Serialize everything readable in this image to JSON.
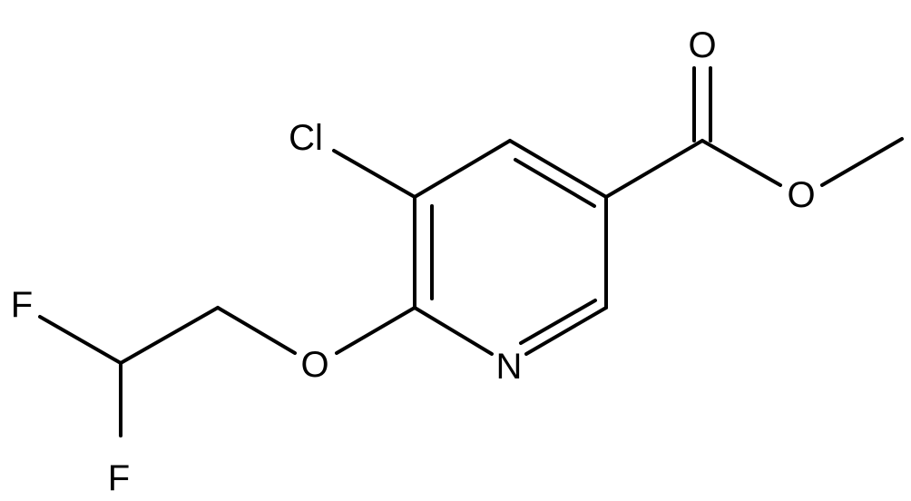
{
  "molecule": {
    "atoms": {
      "cl": "Cl",
      "o_carbonyl": "O",
      "o_ester": "O",
      "n_ring": "N",
      "o_ether": "O",
      "f_top": "F",
      "f_bottom": "F"
    },
    "colors": {
      "bond": "#000000",
      "label": "#000000",
      "background": "#ffffff"
    }
  }
}
